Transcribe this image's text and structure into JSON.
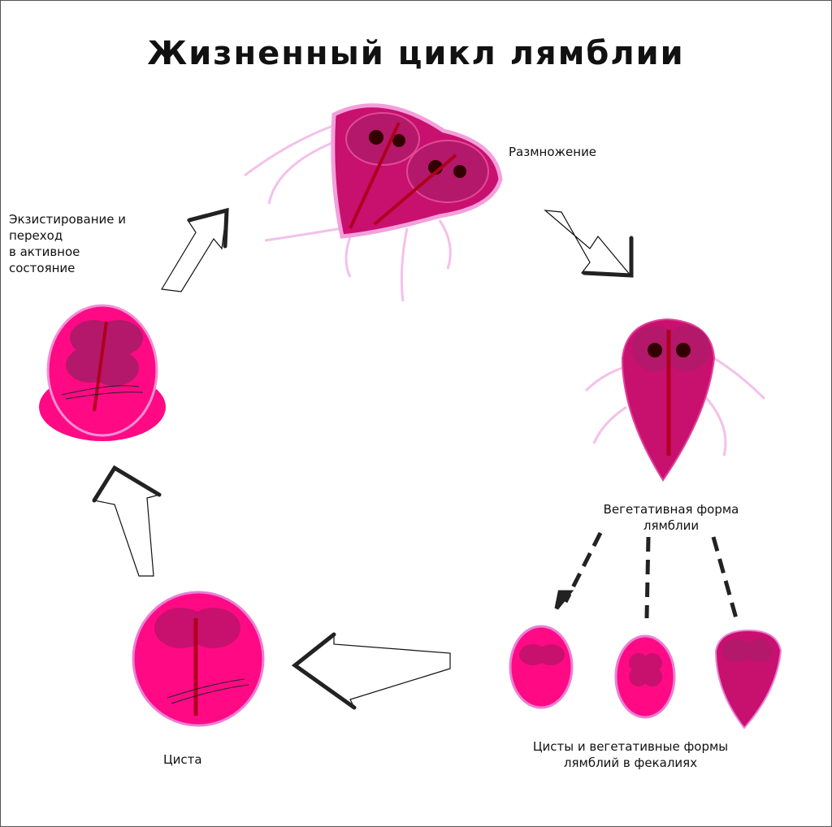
{
  "title": "Жизненный цикл лямблии",
  "labels": {
    "reproduction": "Размножение",
    "excystation": [
      "Экзистирование и",
      "переход",
      "в активное",
      "состояние"
    ],
    "vegetative": [
      "Вегетативная форма",
      "лямблии"
    ],
    "cyst": "Циста",
    "feces": [
      "Цисты и вегетативные формы",
      "лямблий в фекалиях"
    ]
  },
  "colors": {
    "cell": "#ff0a84",
    "cell_dark": "#c0126e",
    "nucleus_region": "#b3186a",
    "axostyle": "#b00020",
    "flagella": "#f4b8e6"
  }
}
